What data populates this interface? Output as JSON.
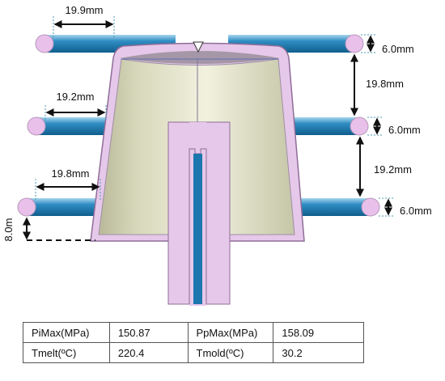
{
  "colors": {
    "cooling_channel": "#1b77ae",
    "channel_end": "#e8c0ea",
    "mold_wall": "#e6c8ea",
    "part_body": "#ddddc2",
    "sprue_core": "#1b77ae",
    "arrow": "#111111"
  },
  "dimensions": {
    "top_left_spacing": "19.9mm",
    "middle_left_spacing": "19.2mm",
    "bottom_left_spacing": "19.8mm",
    "bottom_left_offset": "8.0m",
    "top_right_diameter": "6.0mm",
    "middle_right_diameter": "6.0mm",
    "bottom_right_diameter": "6.0mm",
    "upper_right_pitch": "19.8mm",
    "lower_right_pitch": "19.2mm"
  },
  "table": {
    "rows": [
      {
        "label1": "PiMax(MPa)",
        "value1": "150.87",
        "label2": "PpMax(MPa)",
        "value2": "158.09"
      },
      {
        "label1": "Tmelt(ºC)",
        "value1": "220.4",
        "label2": "Tmold(ºC)",
        "value2": "30.2"
      }
    ]
  }
}
